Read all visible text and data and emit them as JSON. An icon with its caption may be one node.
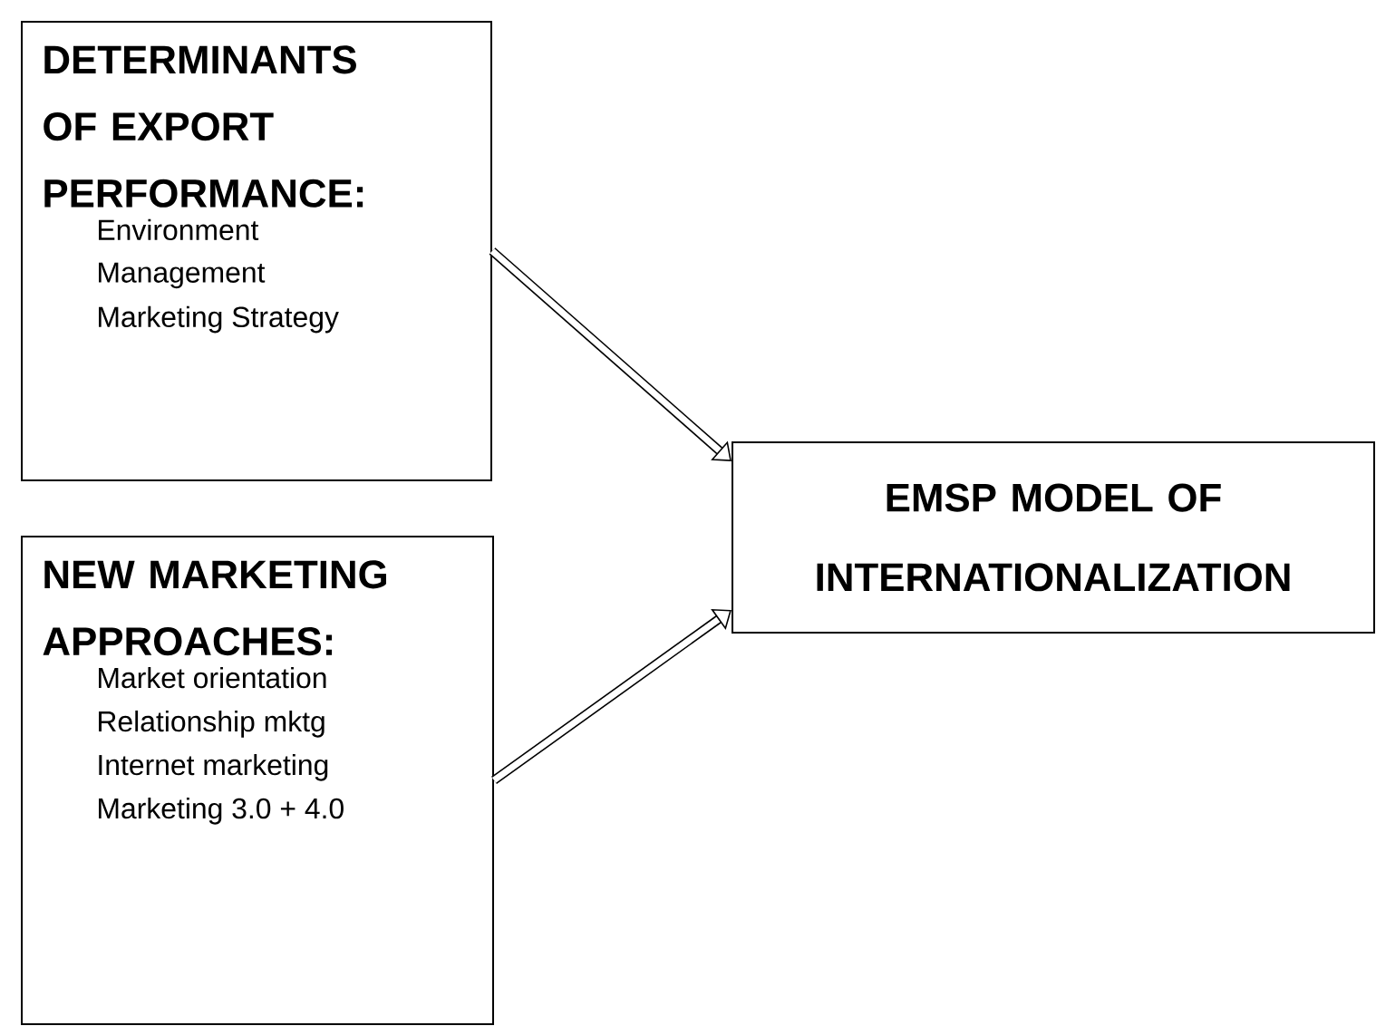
{
  "diagram": {
    "nodes": [
      {
        "text": [
          "DETERMINANTS OF EXPORT PERFORMANCE:",
          "Environment",
          "Management",
          "Marketing Strategy"
        ]
      },
      {
        "text": [
          "NEW MARKETING APPROACHES:",
          "Market orientation",
          "Relationship mktg",
          "Internet marketing",
          "Marketing 3.0 + 4.0"
        ]
      },
      {
        "text": [
          "EMSP MODEL OF INTERNATIONALIZATION"
        ]
      }
    ],
    "edges": [
      {
        "from": 0,
        "to": 2,
        "arrow": "to"
      },
      {
        "from": 1,
        "to": 2,
        "arrow": "to"
      }
    ]
  }
}
